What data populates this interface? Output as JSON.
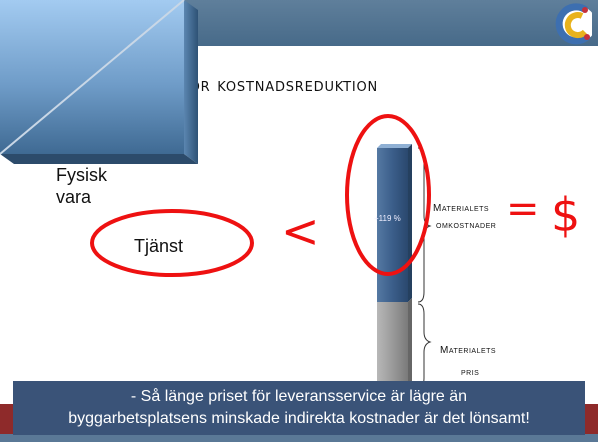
{
  "slide": {
    "title": "Effektiv logistik för kostnadsreduktion",
    "box": {
      "top_label_line1": "Fysisk",
      "top_label_line2": "vara",
      "bottom_label": "Tjänst"
    },
    "comparison_symbol": "<",
    "bar": {
      "percent_label": "+119 %",
      "upper_label_line1": "Materialets",
      "upper_label_line2": "omkostnader",
      "lower_label_line1": "Materialets",
      "lower_label_line2": "pris"
    },
    "equals_symbol": "=",
    "currency_symbol": "$",
    "banner": {
      "line1": "- Så  länge priset för leveransservice är lägre än",
      "line2": "byggarbetsplatsens minskade indirekta kostnader är det lönsamt!"
    }
  },
  "colors": {
    "header": "#4f718f",
    "accent_red": "#e11111",
    "banner": "#3a5378",
    "box_top": "#9cc3ea",
    "box_bottom": "#4d7aa3",
    "bar_dark": "#3e5f86",
    "bar_gray": "#9a9a9a"
  }
}
